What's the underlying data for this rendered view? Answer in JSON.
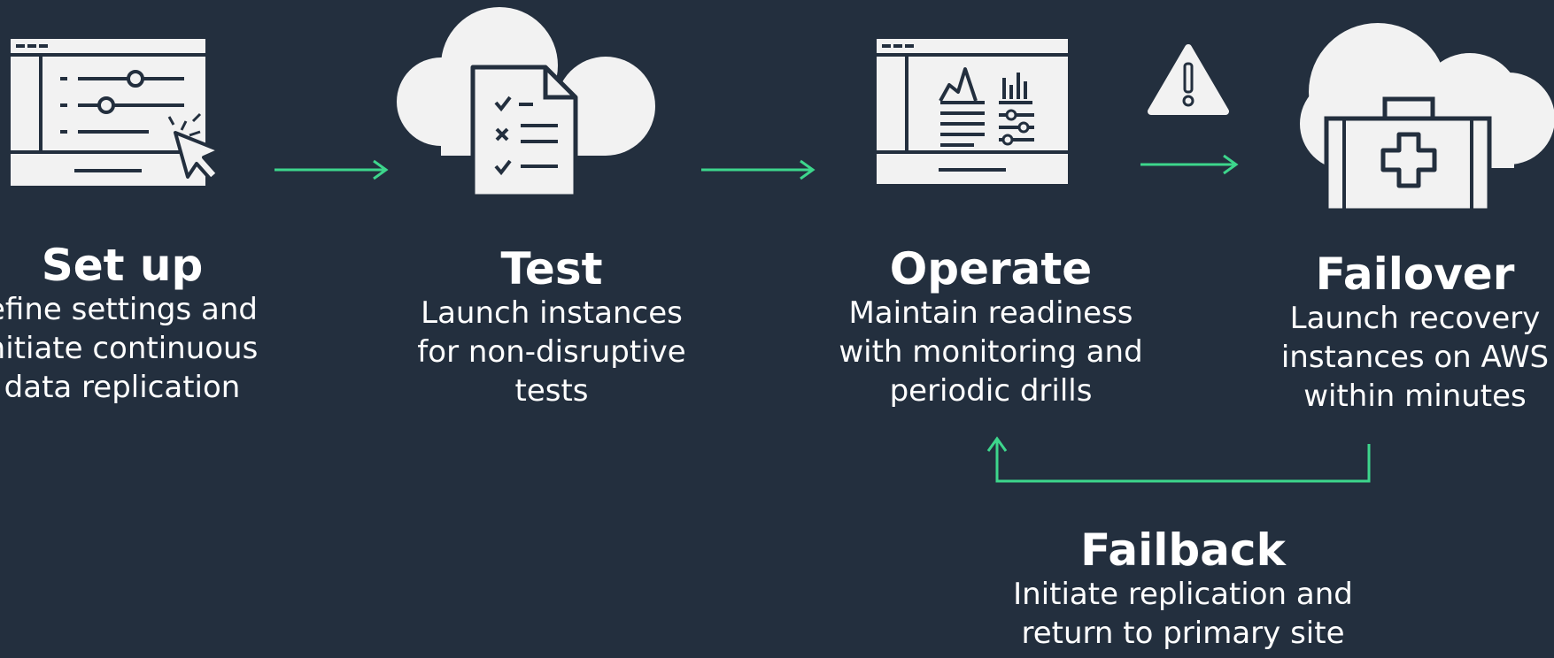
{
  "colors": {
    "background": "#232f3e",
    "icon": "#f2f2f2",
    "arrow": "#3dd68c",
    "text": "#ffffff"
  },
  "steps": [
    {
      "id": "setup",
      "icon": "settings-window-icon",
      "title": "Set up",
      "desc": [
        "efine settings and",
        "nitiate continuous",
        "data replication"
      ]
    },
    {
      "id": "test",
      "icon": "cloud-checklist-icon",
      "title": "Test",
      "desc": [
        "Launch instances",
        "for non-disruptive",
        "tests"
      ]
    },
    {
      "id": "operate",
      "icon": "dashboard-window-icon",
      "title": "Operate",
      "desc": [
        "Maintain readiness",
        "with monitoring and",
        "periodic drills"
      ]
    },
    {
      "id": "failover",
      "icon": "cloud-first-aid-icon",
      "title": "Failover",
      "desc": [
        "Launch recovery",
        "instances on AWS",
        "within minutes"
      ]
    }
  ],
  "failback": {
    "title": "Failback",
    "desc": [
      "Initiate replication and",
      "return to primary site"
    ]
  },
  "warning_icon": "warning-icon"
}
